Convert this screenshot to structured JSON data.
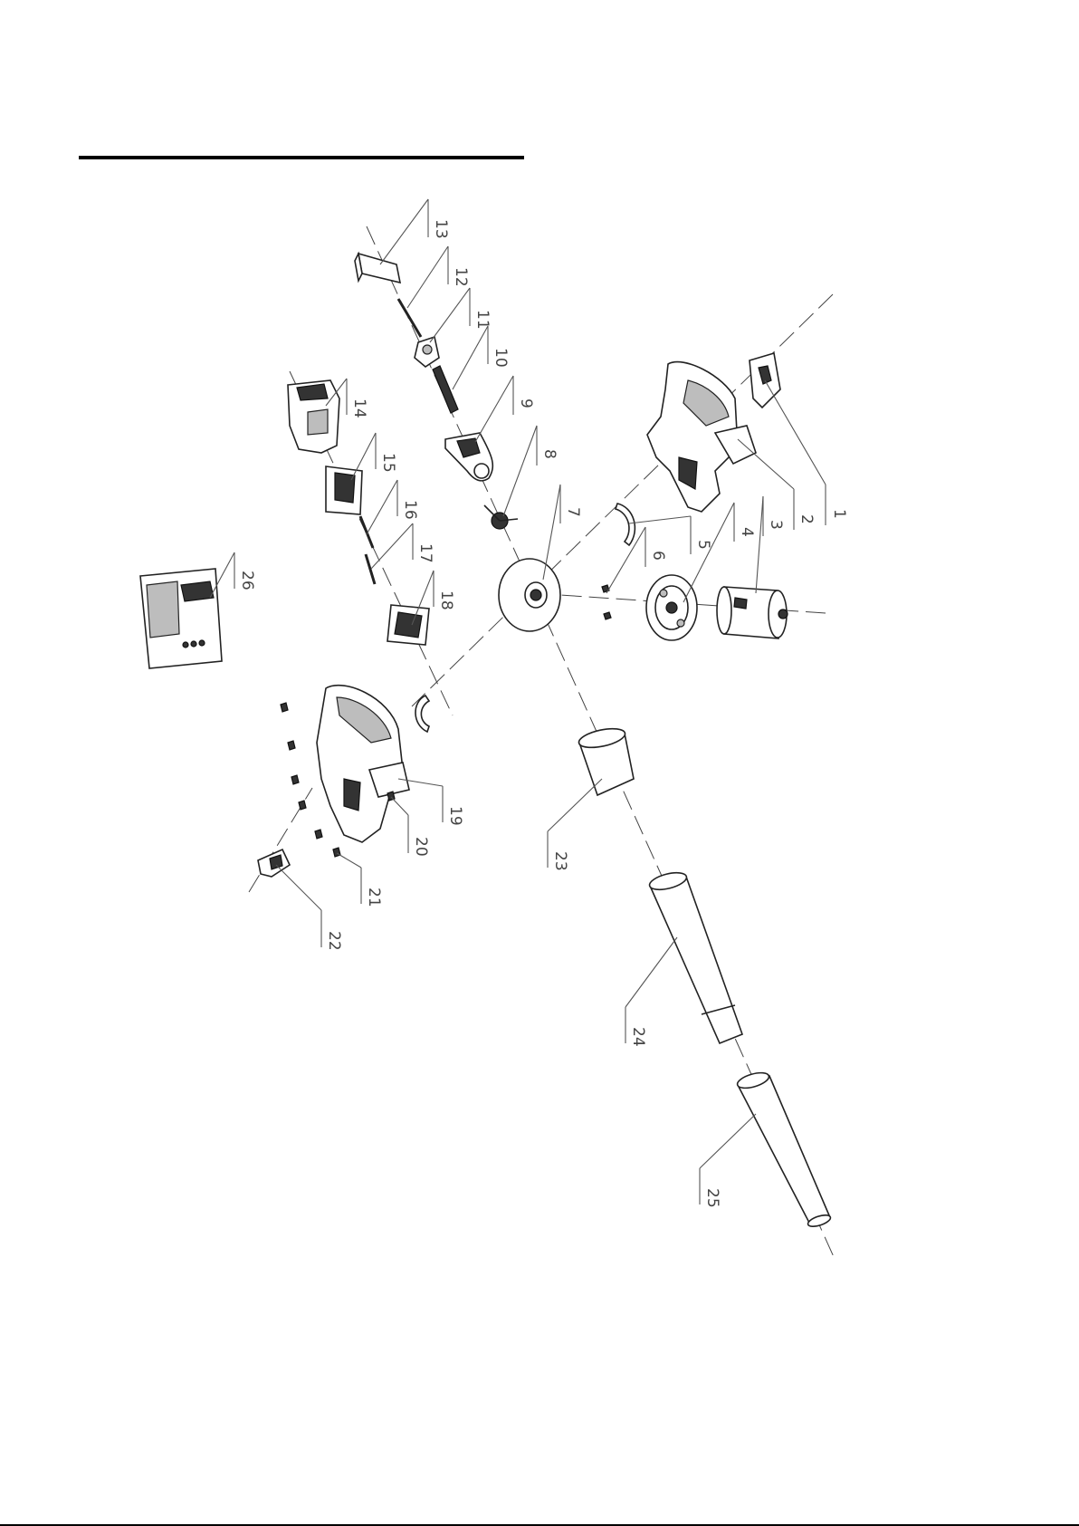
{
  "diagram": {
    "callouts": [
      {
        "num": "1"
      },
      {
        "num": "2"
      },
      {
        "num": "3"
      },
      {
        "num": "4"
      },
      {
        "num": "5"
      },
      {
        "num": "6"
      },
      {
        "num": "7"
      },
      {
        "num": "8"
      },
      {
        "num": "9"
      },
      {
        "num": "10"
      },
      {
        "num": "11"
      },
      {
        "num": "12"
      },
      {
        "num": "13"
      },
      {
        "num": "14"
      },
      {
        "num": "15"
      },
      {
        "num": "16"
      },
      {
        "num": "17"
      },
      {
        "num": "18"
      },
      {
        "num": "19"
      },
      {
        "num": "20"
      },
      {
        "num": "21"
      },
      {
        "num": "22"
      },
      {
        "num": "23"
      },
      {
        "num": "24"
      },
      {
        "num": "25"
      },
      {
        "num": "26"
      }
    ]
  }
}
